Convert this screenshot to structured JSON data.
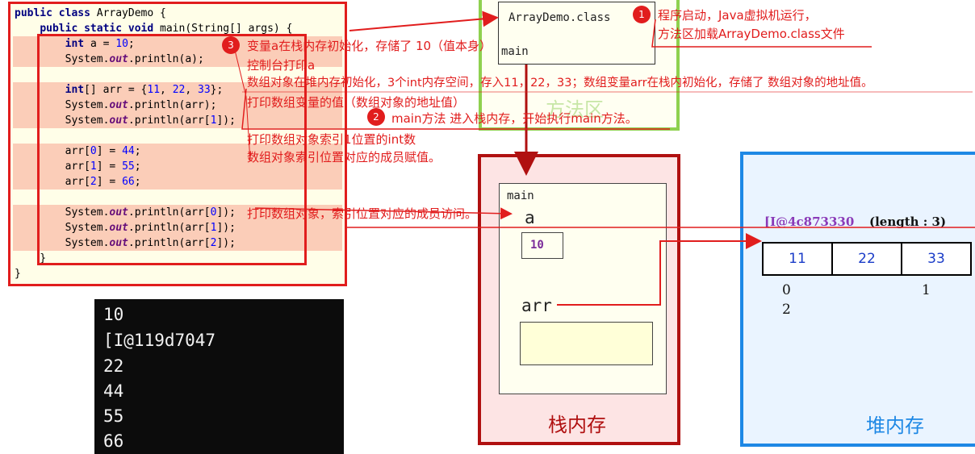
{
  "code": {
    "lines": [
      [
        {
          "t": "public class ",
          "c": "kw"
        },
        {
          "t": "ArrayDemo {",
          "c": "plain"
        }
      ],
      [
        {
          "t": "    ",
          "c": "plain"
        },
        {
          "t": "public static void ",
          "c": "kw"
        },
        {
          "t": "main(String[] args) {",
          "c": "plain"
        }
      ],
      [
        {
          "t": "        ",
          "c": "plain"
        },
        {
          "t": "int ",
          "c": "kw"
        },
        {
          "t": "a = ",
          "c": "plain"
        },
        {
          "t": "10",
          "c": "num"
        },
        {
          "t": ";",
          "c": "plain"
        }
      ],
      [
        {
          "t": "        System.",
          "c": "plain"
        },
        {
          "t": "out",
          "c": "it"
        },
        {
          "t": ".println(a);",
          "c": "plain"
        }
      ],
      [
        {
          "t": "",
          "c": "plain"
        }
      ],
      [
        {
          "t": "        ",
          "c": "plain"
        },
        {
          "t": "int",
          "c": "kw"
        },
        {
          "t": "[] arr = {",
          "c": "plain"
        },
        {
          "t": "11",
          "c": "num"
        },
        {
          "t": ", ",
          "c": "plain"
        },
        {
          "t": "22",
          "c": "num"
        },
        {
          "t": ", ",
          "c": "plain"
        },
        {
          "t": "33",
          "c": "num"
        },
        {
          "t": "};",
          "c": "plain"
        }
      ],
      [
        {
          "t": "        System.",
          "c": "plain"
        },
        {
          "t": "out",
          "c": "it"
        },
        {
          "t": ".println(arr);",
          "c": "plain"
        }
      ],
      [
        {
          "t": "        System.",
          "c": "plain"
        },
        {
          "t": "out",
          "c": "it"
        },
        {
          "t": ".println(arr[",
          "c": "plain"
        },
        {
          "t": "1",
          "c": "num"
        },
        {
          "t": "]);",
          "c": "plain"
        }
      ],
      [
        {
          "t": "",
          "c": "plain"
        }
      ],
      [
        {
          "t": "        arr[",
          "c": "plain"
        },
        {
          "t": "0",
          "c": "num"
        },
        {
          "t": "] = ",
          "c": "plain"
        },
        {
          "t": "44",
          "c": "num"
        },
        {
          "t": ";",
          "c": "plain"
        }
      ],
      [
        {
          "t": "        arr[",
          "c": "plain"
        },
        {
          "t": "1",
          "c": "num"
        },
        {
          "t": "] = ",
          "c": "plain"
        },
        {
          "t": "55",
          "c": "num"
        },
        {
          "t": ";",
          "c": "plain"
        }
      ],
      [
        {
          "t": "        arr[",
          "c": "plain"
        },
        {
          "t": "2",
          "c": "num"
        },
        {
          "t": "] = ",
          "c": "plain"
        },
        {
          "t": "66",
          "c": "num"
        },
        {
          "t": ";",
          "c": "plain"
        }
      ],
      [
        {
          "t": "",
          "c": "plain"
        }
      ],
      [
        {
          "t": "        System.",
          "c": "plain"
        },
        {
          "t": "out",
          "c": "it"
        },
        {
          "t": ".println(arr[",
          "c": "plain"
        },
        {
          "t": "0",
          "c": "num"
        },
        {
          "t": "]);",
          "c": "plain"
        }
      ],
      [
        {
          "t": "        System.",
          "c": "plain"
        },
        {
          "t": "out",
          "c": "it"
        },
        {
          "t": ".println(arr[",
          "c": "plain"
        },
        {
          "t": "1",
          "c": "num"
        },
        {
          "t": "]);",
          "c": "plain"
        }
      ],
      [
        {
          "t": "        System.",
          "c": "plain"
        },
        {
          "t": "out",
          "c": "it"
        },
        {
          "t": ".println(arr[",
          "c": "plain"
        },
        {
          "t": "2",
          "c": "num"
        },
        {
          "t": "]);",
          "c": "plain"
        }
      ],
      [
        {
          "t": "    }",
          "c": "plain"
        }
      ],
      [
        {
          "t": "}",
          "c": "plain"
        }
      ]
    ]
  },
  "console": {
    "lines": [
      "10",
      "[I@119d7047",
      "22",
      "44",
      "55",
      "66"
    ]
  },
  "method_area": {
    "class_name": "ArrayDemo.class",
    "method": "main",
    "label": "方法区"
  },
  "stack": {
    "frame": "main",
    "var_a": "a",
    "value_a": "10",
    "var_arr": "arr",
    "label": "栈内存"
  },
  "heap": {
    "address": "[I@4c873330",
    "length": "(length : 3)",
    "cells": [
      "11",
      "22",
      "33"
    ],
    "indices": [
      "0",
      "1",
      "2"
    ],
    "label": "堆内存"
  },
  "annotations": {
    "step1_num": "1",
    "step1_line1": "程序启动，Java虚拟机运行，",
    "step1_line2": "方法区加载ArrayDemo.class文件",
    "step2_num": "2",
    "step2_text": "main方法 进入栈内存，开始执行main方法。",
    "step3_num": "3",
    "note_a_init": "变量a在栈内存初始化，存储了 10（值本身）",
    "note_print_a": "控制台打印a",
    "note_array_init": "数组对象在堆内存初始化，3个int内存空间，存入11，22，33；数组变量arr在栈内初始化，存储了 数组对象的地址值。",
    "note_print_arr": "打印数组变量的值（数组对象的地址值）",
    "note_print_index1": "打印数组对象索引1位置的int数",
    "note_assign": "数组对象索引位置对应的成员赋值。",
    "note_access": "打印数组对象，索引位置对应的成员访问。"
  },
  "colors": {
    "annotation": "#e11d1d",
    "method_area": "#8fd14f",
    "stack": "#b01010",
    "heap": "#1e88e5"
  }
}
